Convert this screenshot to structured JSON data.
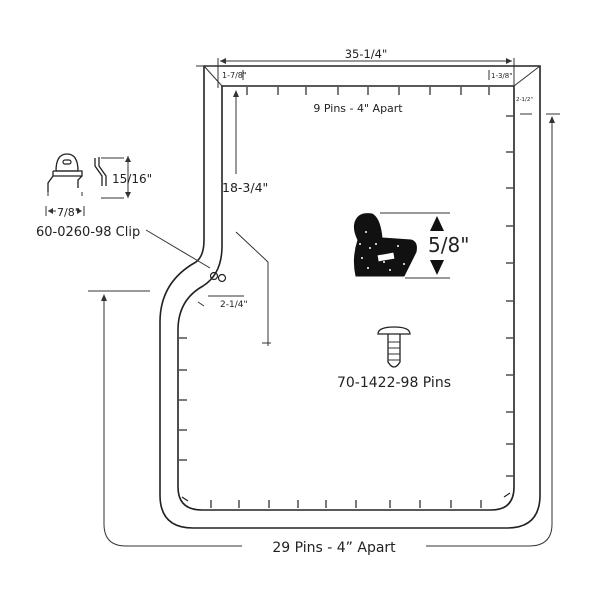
{
  "labels": {
    "top_width": "35-1/4\"",
    "top_left_offset": "1-7/8\"",
    "top_right_offset": "1-3/8\"",
    "right_offset": "2-1/2\"",
    "top_pins": "9 Pins  -  4\" Apart",
    "left_height": "18-3/4\"",
    "clip_height": "15/16\"",
    "clip_width": "7/8\"",
    "clip_part": "60-0260-98 Clip",
    "notch_depth": "2-1/4\"",
    "profile_height": "5/8\"",
    "pin_part": "70-1422-98  Pins",
    "bottom_pins": "29 Pins - 4” Apart"
  }
}
